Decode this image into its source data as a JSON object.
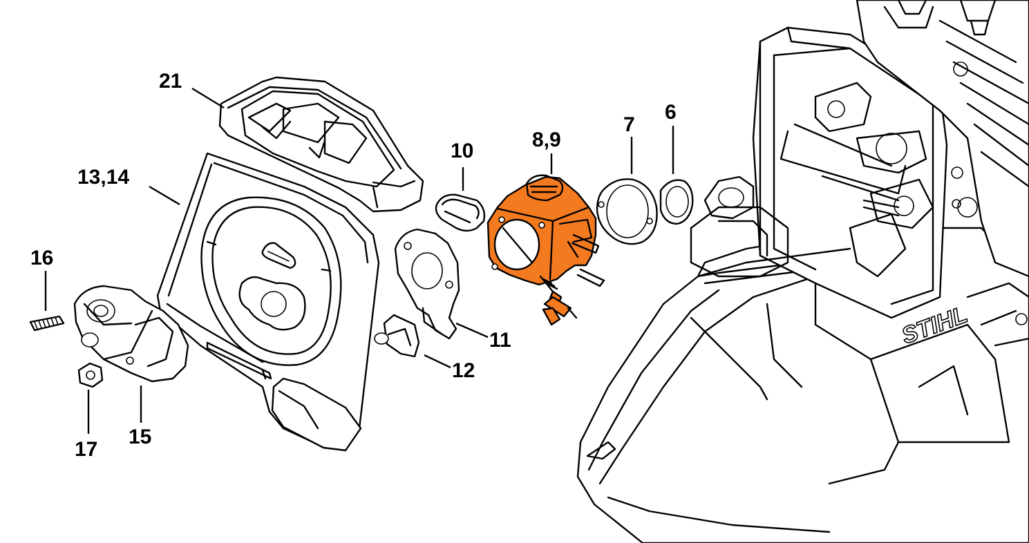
{
  "highlight_color": "#F47A20",
  "line_color": "#000000",
  "labels": {
    "p21": "21",
    "p1314": "13,14",
    "p16": "16",
    "p17": "17",
    "p15": "15",
    "p10": "10",
    "p89": "8,9",
    "p11": "11",
    "p12": "12",
    "p7": "7",
    "p6": "6"
  },
  "brand_logo": "STIHL"
}
